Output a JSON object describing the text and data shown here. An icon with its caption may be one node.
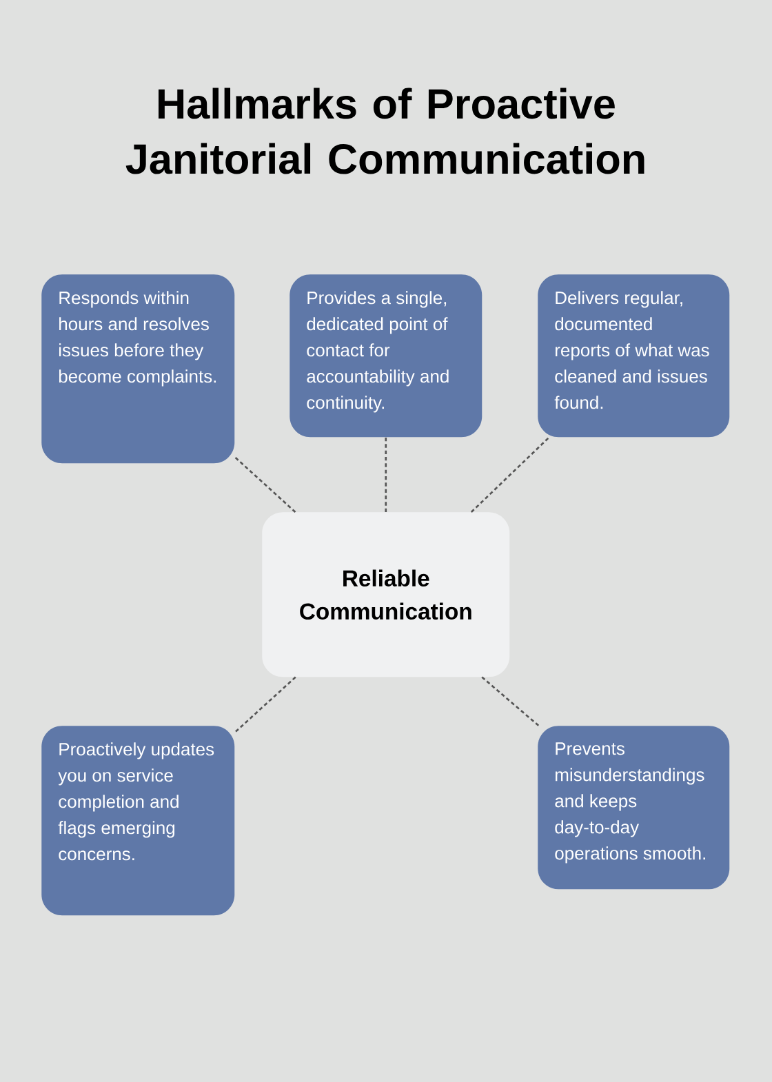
{
  "diagram": {
    "title": "Hallmarks of Proactive Janitorial Communication",
    "nodes": [
      {
        "text": [
          "Responds within hours and resolves issues before they become complaints."
        ]
      },
      {
        "text": [
          "Provides a single, dedicated point of contact for accountability and continuity."
        ]
      },
      {
        "text": [
          "Delivers regular, documented reports of what was cleaned and issues found."
        ]
      },
      {
        "text": [
          "Reliable Communication"
        ]
      },
      {
        "text": [
          "Proactively updates you on service completion and flags emerging concerns."
        ]
      },
      {
        "text": [
          "Prevents misunderstandings and keeps day-to-day operations smooth."
        ]
      }
    ],
    "edges": [
      {
        "from": 3,
        "to": 0,
        "arrow": "none",
        "style": "dashed"
      },
      {
        "from": 3,
        "to": 1,
        "arrow": "none",
        "style": "dashed"
      },
      {
        "from": 3,
        "to": 2,
        "arrow": "none",
        "style": "dashed"
      },
      {
        "from": 3,
        "to": 4,
        "arrow": "none",
        "style": "dashed"
      },
      {
        "from": 3,
        "to": 5,
        "arrow": "none",
        "style": "dashed"
      }
    ]
  }
}
